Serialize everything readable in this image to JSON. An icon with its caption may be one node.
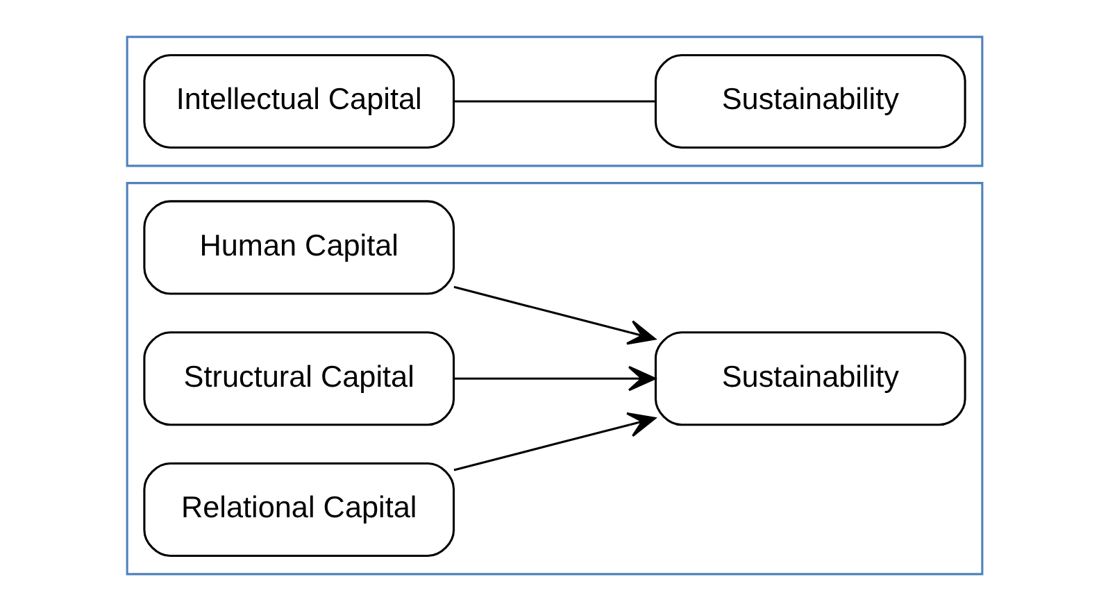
{
  "diagram": {
    "nodes": [
      {
        "text": [],
        "shape": "box"
      },
      {
        "text": [
          "Intellectual Capital"
        ],
        "in": 0
      },
      {
        "text": [
          "Sustainability"
        ],
        "in": 0
      },
      {
        "text": [],
        "shape": "box"
      },
      {
        "text": [
          "Human Capital"
        ],
        "in": 3
      },
      {
        "text": [
          "Structural Capital"
        ],
        "in": 3
      },
      {
        "text": [
          "Relational Capital"
        ],
        "in": 3
      },
      {
        "text": [
          "Sustainability"
        ],
        "in": 3
      }
    ],
    "edges": [
      {
        "from": 1,
        "to": 2,
        "arrow": "none"
      },
      {
        "from": 4,
        "to": 7,
        "arrow": "to"
      },
      {
        "from": 5,
        "to": 7,
        "arrow": "to"
      },
      {
        "from": 6,
        "to": 7,
        "arrow": "to"
      }
    ]
  }
}
